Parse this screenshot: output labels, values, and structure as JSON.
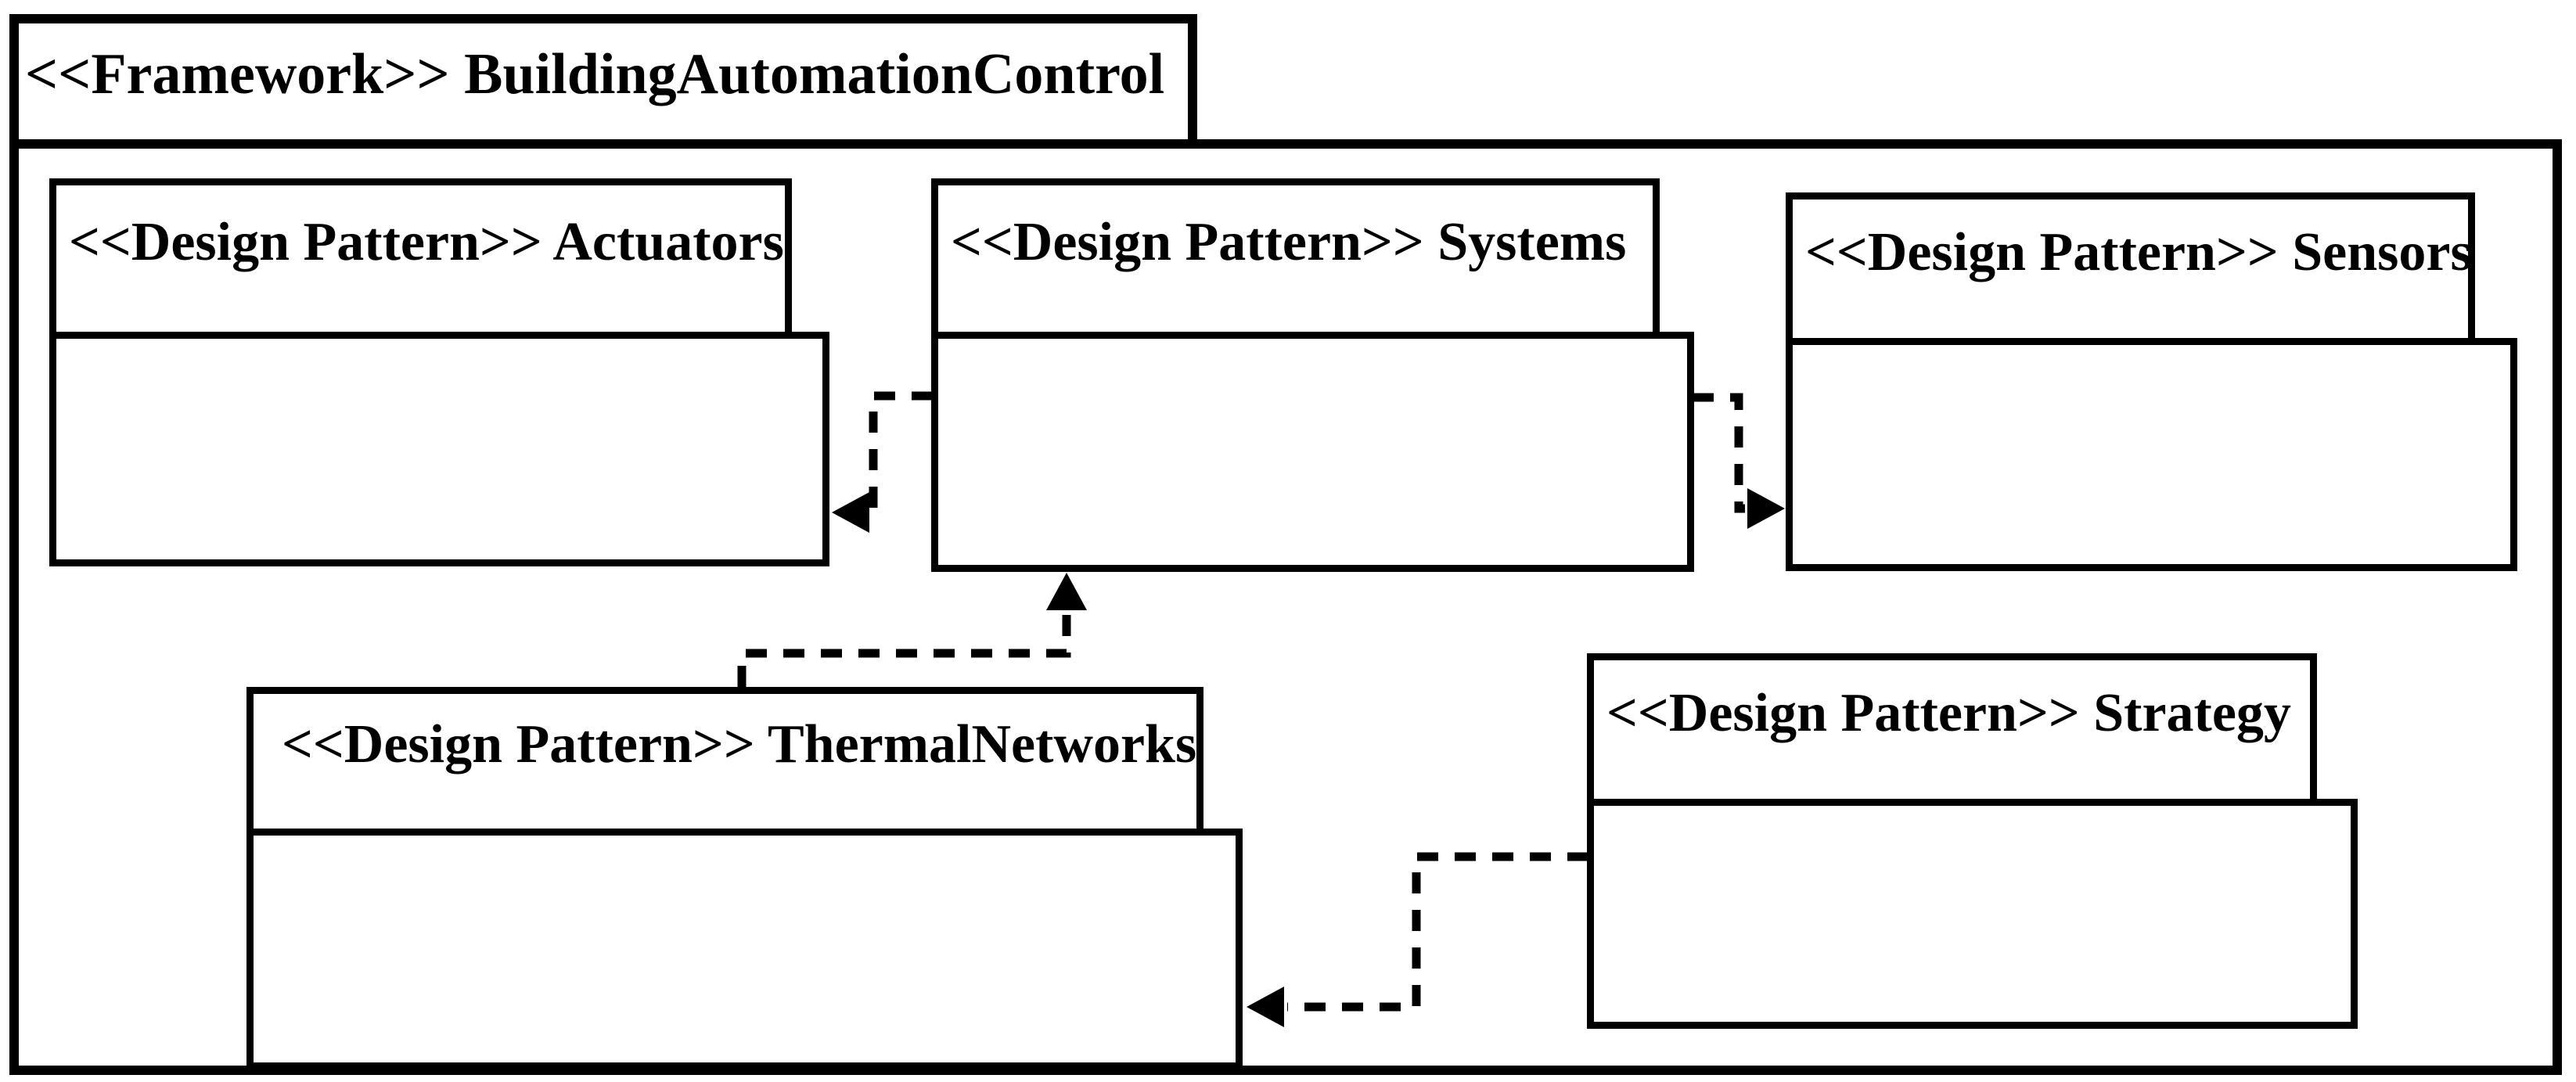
{
  "diagram_type": "uml-package-diagram",
  "colors": {
    "line": "#000000",
    "background": "#ffffff"
  },
  "framework": {
    "label": "<<Framework>> BuildingAutomationControl",
    "stereotype": "<<Framework>>",
    "name": "BuildingAutomationControl"
  },
  "packages": [
    {
      "id": "actuators",
      "stereotype": "<<Design Pattern>>",
      "name": "Actuators",
      "label": "<<Design Pattern>> Actuators"
    },
    {
      "id": "systems",
      "stereotype": "<<Design Pattern>>",
      "name": "Systems",
      "label": "<<Design Pattern>> Systems"
    },
    {
      "id": "sensors",
      "stereotype": "<<Design Pattern>>",
      "name": "Sensors",
      "label": "<<Design Pattern>> Sensors"
    },
    {
      "id": "thermal-networks",
      "stereotype": "<<Design Pattern>>",
      "name": "ThermalNetworks",
      "label": "<<Design Pattern>> ThermalNetworks"
    },
    {
      "id": "strategy",
      "stereotype": "<<Design Pattern>>",
      "name": "Strategy",
      "label": "<<Design Pattern>> Strategy"
    }
  ],
  "dependencies": [
    {
      "from": "Systems",
      "to": "Actuators",
      "style": "dashed-open-solid-arrowhead"
    },
    {
      "from": "Systems",
      "to": "Sensors",
      "style": "dashed-open-solid-arrowhead"
    },
    {
      "from": "ThermalNetworks",
      "to": "Systems",
      "style": "dashed-open-solid-arrowhead"
    },
    {
      "from": "Strategy",
      "to": "ThermalNetworks",
      "style": "dashed-open-solid-arrowhead"
    }
  ]
}
